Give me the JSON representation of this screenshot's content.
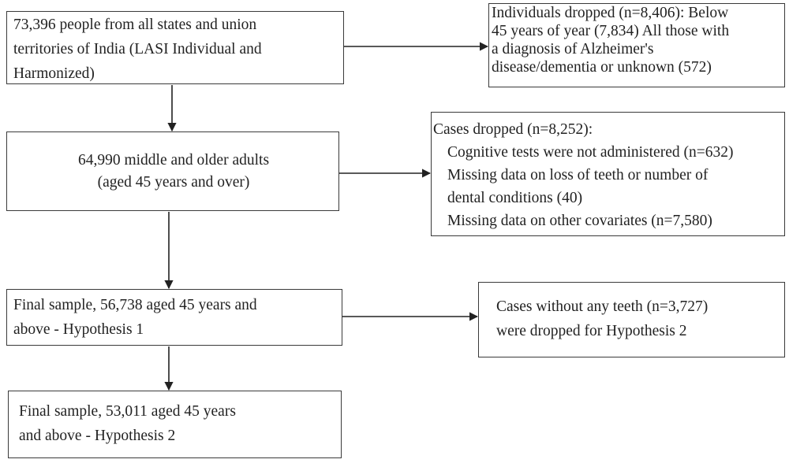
{
  "flowchart": {
    "source_box": {
      "lines": [
        "73,396 people from all states and union",
        "territories of India (LASI Individual and",
        "Harmonized)"
      ]
    },
    "exclusion_1": {
      "lines": [
        "Individuals dropped (n=8,406): Below",
        "45 years of year (7,834) All those with",
        "a diagnosis of Alzheimer's",
        "disease/dementia or unknown (572)"
      ]
    },
    "middle_box": {
      "lines": [
        "64,990 middle and older adults",
        "(aged 45 years and over)"
      ]
    },
    "exclusion_2": {
      "header": "Cases dropped (n=8,252):",
      "items": [
        "Cognitive tests were not administered (n=632)",
        "Missing data on loss of teeth or number of",
        "dental conditions (40)",
        "Missing data on other covariates (n=7,580)"
      ]
    },
    "final_sample_1": {
      "lines": [
        "Final sample, 56,738 aged 45 years and",
        "above - Hypothesis 1"
      ]
    },
    "exclusion_3": {
      "lines": [
        "Cases without any teeth (n=3,727)",
        "were dropped for Hypothesis 2"
      ]
    },
    "final_sample_2": {
      "lines": [
        "Final sample, 53,011 aged 45 years",
        "and above - Hypothesis 2"
      ]
    }
  },
  "colors": {
    "border": "#3a3a3a",
    "text": "#222222",
    "arrow": "#222222",
    "background": "#ffffff"
  }
}
